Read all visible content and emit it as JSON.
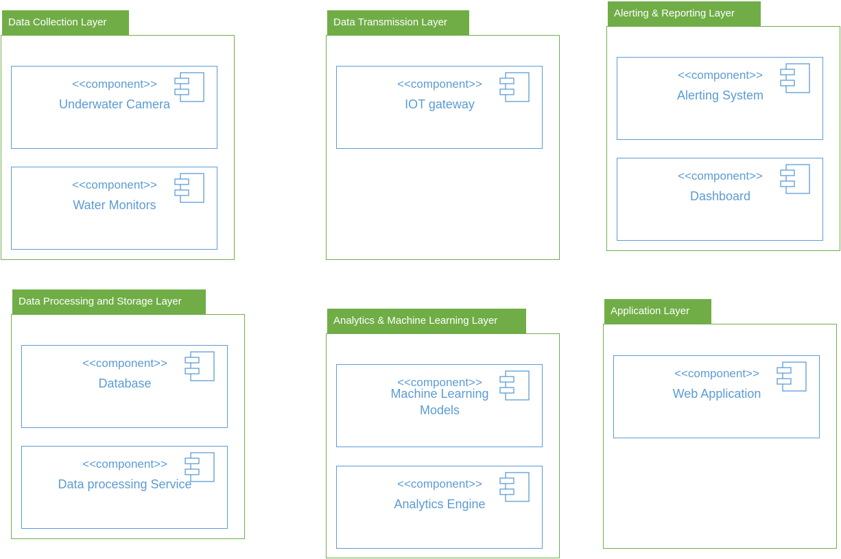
{
  "colors": {
    "package_green": "#70ad47",
    "component_blue": "#5b9bd5"
  },
  "packages": [
    {
      "title": "Data Collection Layer",
      "components": [
        {
          "stereotype": "<<component>>",
          "name": "Underwater Camera"
        },
        {
          "stereotype": "<<component>>",
          "name": "Water Monitors"
        }
      ]
    },
    {
      "title": "Data Transmission Layer",
      "components": [
        {
          "stereotype": "<<component>>",
          "name": "IOT gateway"
        }
      ]
    },
    {
      "title": "Alerting & Reporting Layer",
      "components": [
        {
          "stereotype": "<<component>>",
          "name": "Alerting System"
        },
        {
          "stereotype": "<<component>>",
          "name": "Dashboard"
        }
      ]
    },
    {
      "title": "Data Processing and Storage Layer",
      "components": [
        {
          "stereotype": "<<component>>",
          "name": "Database"
        },
        {
          "stereotype": "<<component>>",
          "name": "Data processing Service"
        }
      ]
    },
    {
      "title": "Analytics & Machine Learning Layer",
      "components": [
        {
          "stereotype": "<<component>>",
          "name": "Machine Learning Models"
        },
        {
          "stereotype": "<<component>>",
          "name": "Analytics Engine"
        }
      ]
    },
    {
      "title": "Application Layer",
      "components": [
        {
          "stereotype": "<<component>>",
          "name": "Web Application"
        }
      ]
    }
  ]
}
